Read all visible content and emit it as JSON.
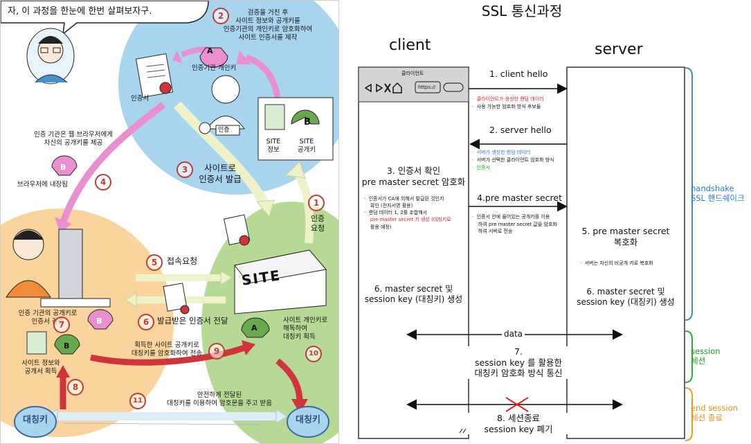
{
  "left": {
    "speech": "자, 이 과정을 한눈에 한번 살펴보자구.",
    "steps": {
      "s1": {
        "num": "1",
        "text": [
          "인증",
          "요청"
        ]
      },
      "s2": {
        "num": "2",
        "text": [
          "검증을 거친 후",
          "사이트 정보와 공개키를",
          "인증기관의 개인키로 암호화하여",
          "사이트 인증서를 제작"
        ]
      },
      "s3": {
        "num": "3",
        "text": [
          "사이트로",
          "인증서 발급"
        ]
      },
      "s4": {
        "num": "4"
      },
      "s5": {
        "num": "5",
        "text": "접속요청"
      },
      "s6": {
        "num": "6",
        "text": "발급받은 인증서 전달"
      },
      "s7": {
        "num": "7",
        "text": [
          "인증 기관의 공개키로",
          "인증서 검증"
        ]
      },
      "s8": {
        "num": "8",
        "text": [
          "사이트 정보와",
          "공개서 획득"
        ]
      },
      "s9": {
        "num": "9",
        "text": [
          "획득한 사이트 공개키로",
          "대칭키를 암호화하여 전송"
        ]
      },
      "s10": {
        "num": "10",
        "text": [
          "사이트 개인키로",
          "해독하여",
          "대칭키 획득"
        ]
      },
      "s11": {
        "num": "11",
        "text": [
          "안전하게 전달된",
          "대칭키를 이용하여 암호문을 주고 받음"
        ]
      }
    },
    "labels": {
      "ca_private_key": "인증기관 개인키",
      "certificate": "인증서",
      "ca_provides": [
        "인증 기관은 웹 브라우저에게",
        "자신의 공개키를 제공"
      ],
      "browser_embedded": "브라우저에 내장됨",
      "site_info": [
        "SITE",
        "정보"
      ],
      "site_pubkey": [
        "SITE",
        "공개키"
      ],
      "site_building": "SITE",
      "stamp": "인증",
      "sym_key_left": "대칭키",
      "sym_key_right": "대칭키",
      "key_a": "A",
      "key_b": "B"
    }
  },
  "right": {
    "title": "SSL 통신과정",
    "client_label": "client",
    "server_label": "server",
    "browser_title": "클라이언트",
    "url_text": "https://",
    "steps": {
      "s1": {
        "title": "1. client hello",
        "notes": [
          {
            "text": "클라이언트가 생성한 랜덤 데이터",
            "color": "red"
          },
          {
            "text": "사용 가능한 암호화 방식 후보들",
            "color": "black"
          }
        ]
      },
      "s2": {
        "title": "2. server hello",
        "notes": [
          {
            "text": "서버가 생성한 랜덤 데이터",
            "color": "blue"
          },
          {
            "text": "서버가 선택한 클라이언트 암호화 방식",
            "color": "black"
          },
          {
            "text": "인증서",
            "color": "green"
          }
        ]
      },
      "s3": {
        "title": [
          "3. 인증서 확인",
          "pre master secret 암호화"
        ],
        "notes": [
          [
            "인증서가 CA에 의해서 발급된 것인지",
            "확인 (전자서명 활용)"
          ],
          [
            "랜덤 데이터 1, 2를 조합해서",
            "pre master secret 키 생성 (대칭키로",
            "활용 예정)"
          ]
        ]
      },
      "s4": {
        "title": "4.pre master secret",
        "notes": [
          [
            "인증서 안에 들어있는 공개키를 이용",
            "하여 pre master secret 값을 암호화",
            "하여 서버로 전송"
          ]
        ]
      },
      "s5": {
        "title": [
          "5. pre master secret",
          "복호화"
        ],
        "notes": [
          "서버는 자신의 비공개 키로 복호화"
        ]
      },
      "s6_client": [
        "6. master secret 및",
        "session key (대칭키) 생성"
      ],
      "s6_server": [
        "6. master secret 및",
        "session key (대칭키) 생성"
      ],
      "data_label": "data",
      "s7": [
        "7.",
        "session key 를 활용한",
        "대칭키 암호화 방식 통신"
      ],
      "s8": [
        "8. 세션종료",
        "session key 폐기"
      ]
    },
    "phases": {
      "handshake": [
        "handshake",
        "SSL 핸드쉐이크"
      ],
      "session": [
        "session",
        "세션"
      ],
      "end": [
        "end session",
        "세션 종료"
      ]
    },
    "colors": {
      "handshake": "#3a86d8",
      "session": "#2eaa2e",
      "end": "#f29a1a",
      "red": "#e02020"
    }
  }
}
